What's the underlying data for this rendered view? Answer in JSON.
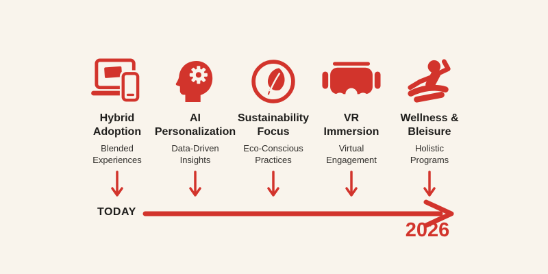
{
  "theme": {
    "background_color": "#f9f4ec",
    "accent_red": "#d2342c",
    "text_dark": "#1f1e1c"
  },
  "columns": [
    {
      "icon": "laptop-phone-icon",
      "title": "Hybrid\nAdoption",
      "subtitle": "Blended\nExperiences"
    },
    {
      "icon": "head-gear-icon",
      "title": "AI\nPersonalization",
      "subtitle": "Data-Driven\nInsights"
    },
    {
      "icon": "leaf-circle-icon",
      "title": "Sustainability\nFocus",
      "subtitle": "Eco-Conscious\nPractices"
    },
    {
      "icon": "vr-headset-icon",
      "title": "VR\nImmersion",
      "subtitle": "Virtual\nEngagement"
    },
    {
      "icon": "person-relaxing-icon",
      "title": "Wellness &\nBleisure",
      "subtitle": "Holistic\nPrograms"
    }
  ],
  "timeline": {
    "start_label": "TODAY",
    "end_label": "2026"
  }
}
